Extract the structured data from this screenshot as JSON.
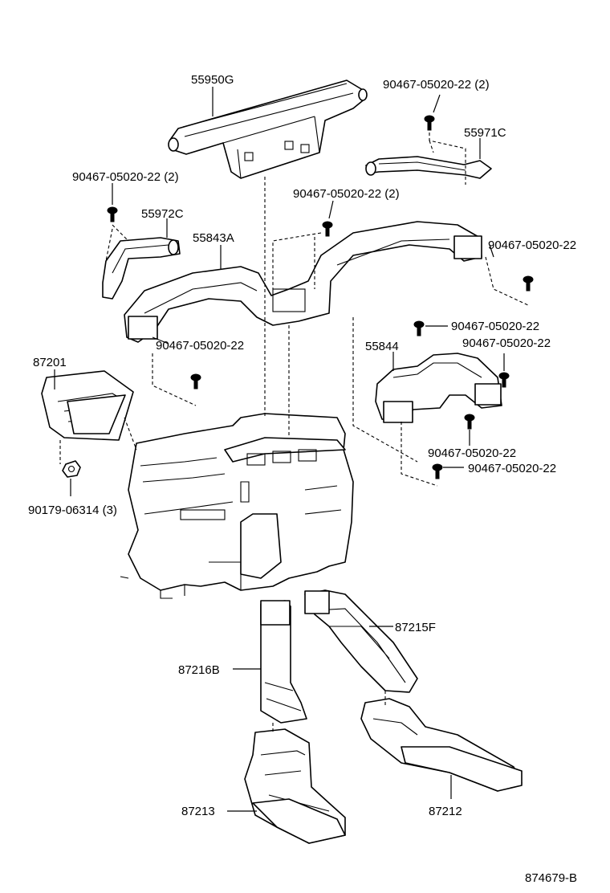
{
  "labels": {
    "p55950G": "55950G",
    "p55971C": "55971C",
    "p55972C": "55972C",
    "p55843A": "55843A",
    "p55844": "55844",
    "p87201": "87201",
    "p87215F": "87215F",
    "p87216B": "87216B",
    "p87213": "87213",
    "p87212": "87212",
    "screw_top_right": "90467-05020-22 (2)",
    "screw_top_left": "90467-05020-22 (2)",
    "screw_center": "90467-05020-22 (2)",
    "screw_right_1": "90467-05020-22",
    "screw_left_duct": "90467-05020-22",
    "screw_right_2": "90467-05020-22",
    "screw_right_3": "90467-05020-22",
    "screw_right_4": "90467-05020-22",
    "screw_right_5": "90467-05020-22",
    "nut": "90179-06314 (3)",
    "diagram_id": "874679-B"
  }
}
